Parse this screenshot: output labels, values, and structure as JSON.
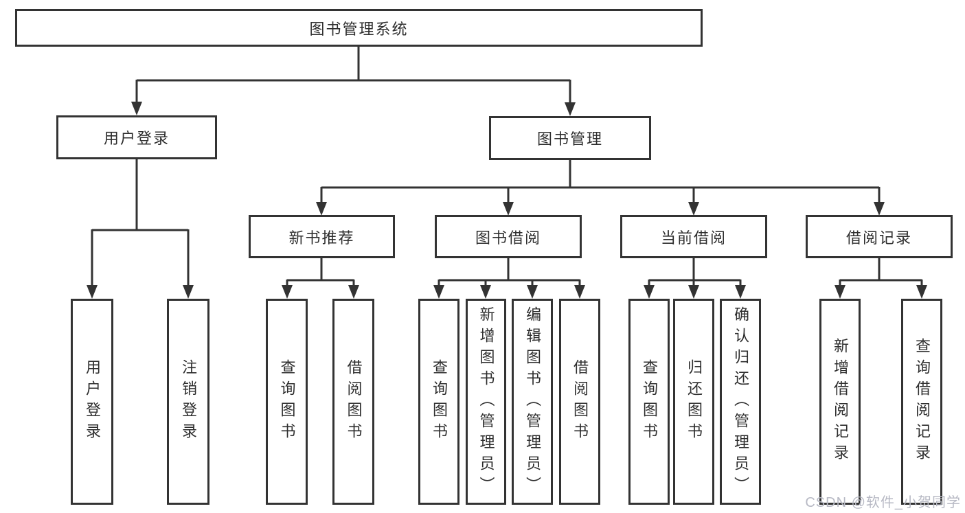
{
  "tree": {
    "root": {
      "label": "图书管理系统"
    },
    "user_login": {
      "label": "用户登录",
      "children": {
        "login": "用户登录",
        "logout": "注销登录"
      }
    },
    "book_mgmt": {
      "label": "图书管理",
      "children": {
        "new_books": {
          "label": "新书推荐",
          "children": {
            "query": "查询图书",
            "borrow": "借阅图书"
          }
        },
        "book_borrow": {
          "label": "图书借阅",
          "children": {
            "query": "查询图书",
            "add": "新增图书（管理员）",
            "edit": "编辑图书（管理员）",
            "borrow": "借阅图书"
          }
        },
        "current_borrow": {
          "label": "当前借阅",
          "children": {
            "query": "查询图书",
            "return": "归还图书",
            "confirm": "确认归还（管理员）"
          }
        },
        "borrow_records": {
          "label": "借阅记录",
          "children": {
            "add": "新增借阅记录",
            "query": "查询借阅记录"
          }
        }
      }
    }
  },
  "watermark": "CSDN @软件_小贺同学",
  "colors": {
    "line": "#333333",
    "box_border": "#333333",
    "text": "#2e2e2e",
    "watermark": "#b7b9c4",
    "background": "#ffffff"
  }
}
